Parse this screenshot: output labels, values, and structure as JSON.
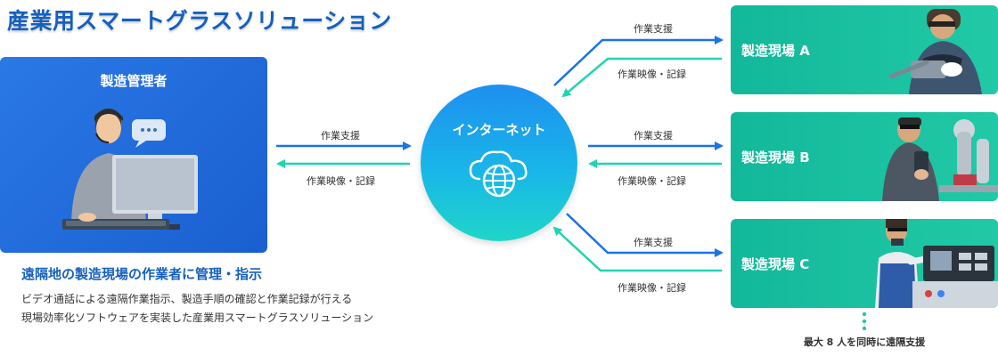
{
  "title": "産業用スマートグラスソリューション",
  "manager": {
    "label": "製造管理者"
  },
  "hub": {
    "label": "インターネット",
    "icon": "cloud-globe-icon"
  },
  "sites": [
    {
      "label": "製造現場 A"
    },
    {
      "label": "製造現場 B"
    },
    {
      "label": "製造現場 C"
    }
  ],
  "arrows": {
    "support_label": "作業支援",
    "video_label": "作業映像・記録"
  },
  "colors": {
    "support": "#1a73e8",
    "video": "#22d3b4",
    "title": "#1560c0"
  },
  "subtitle": "遠隔地の製造現場の作業者に管理・指示",
  "description": [
    "ビデオ通話による遠隔作業指示、製造手順の確認と作業記録が行える",
    "現場効率化ソフトウェアを実装した産業用スマートグラスソリューション"
  ],
  "footnote": "最大 8 人を同時に遠隔支援"
}
